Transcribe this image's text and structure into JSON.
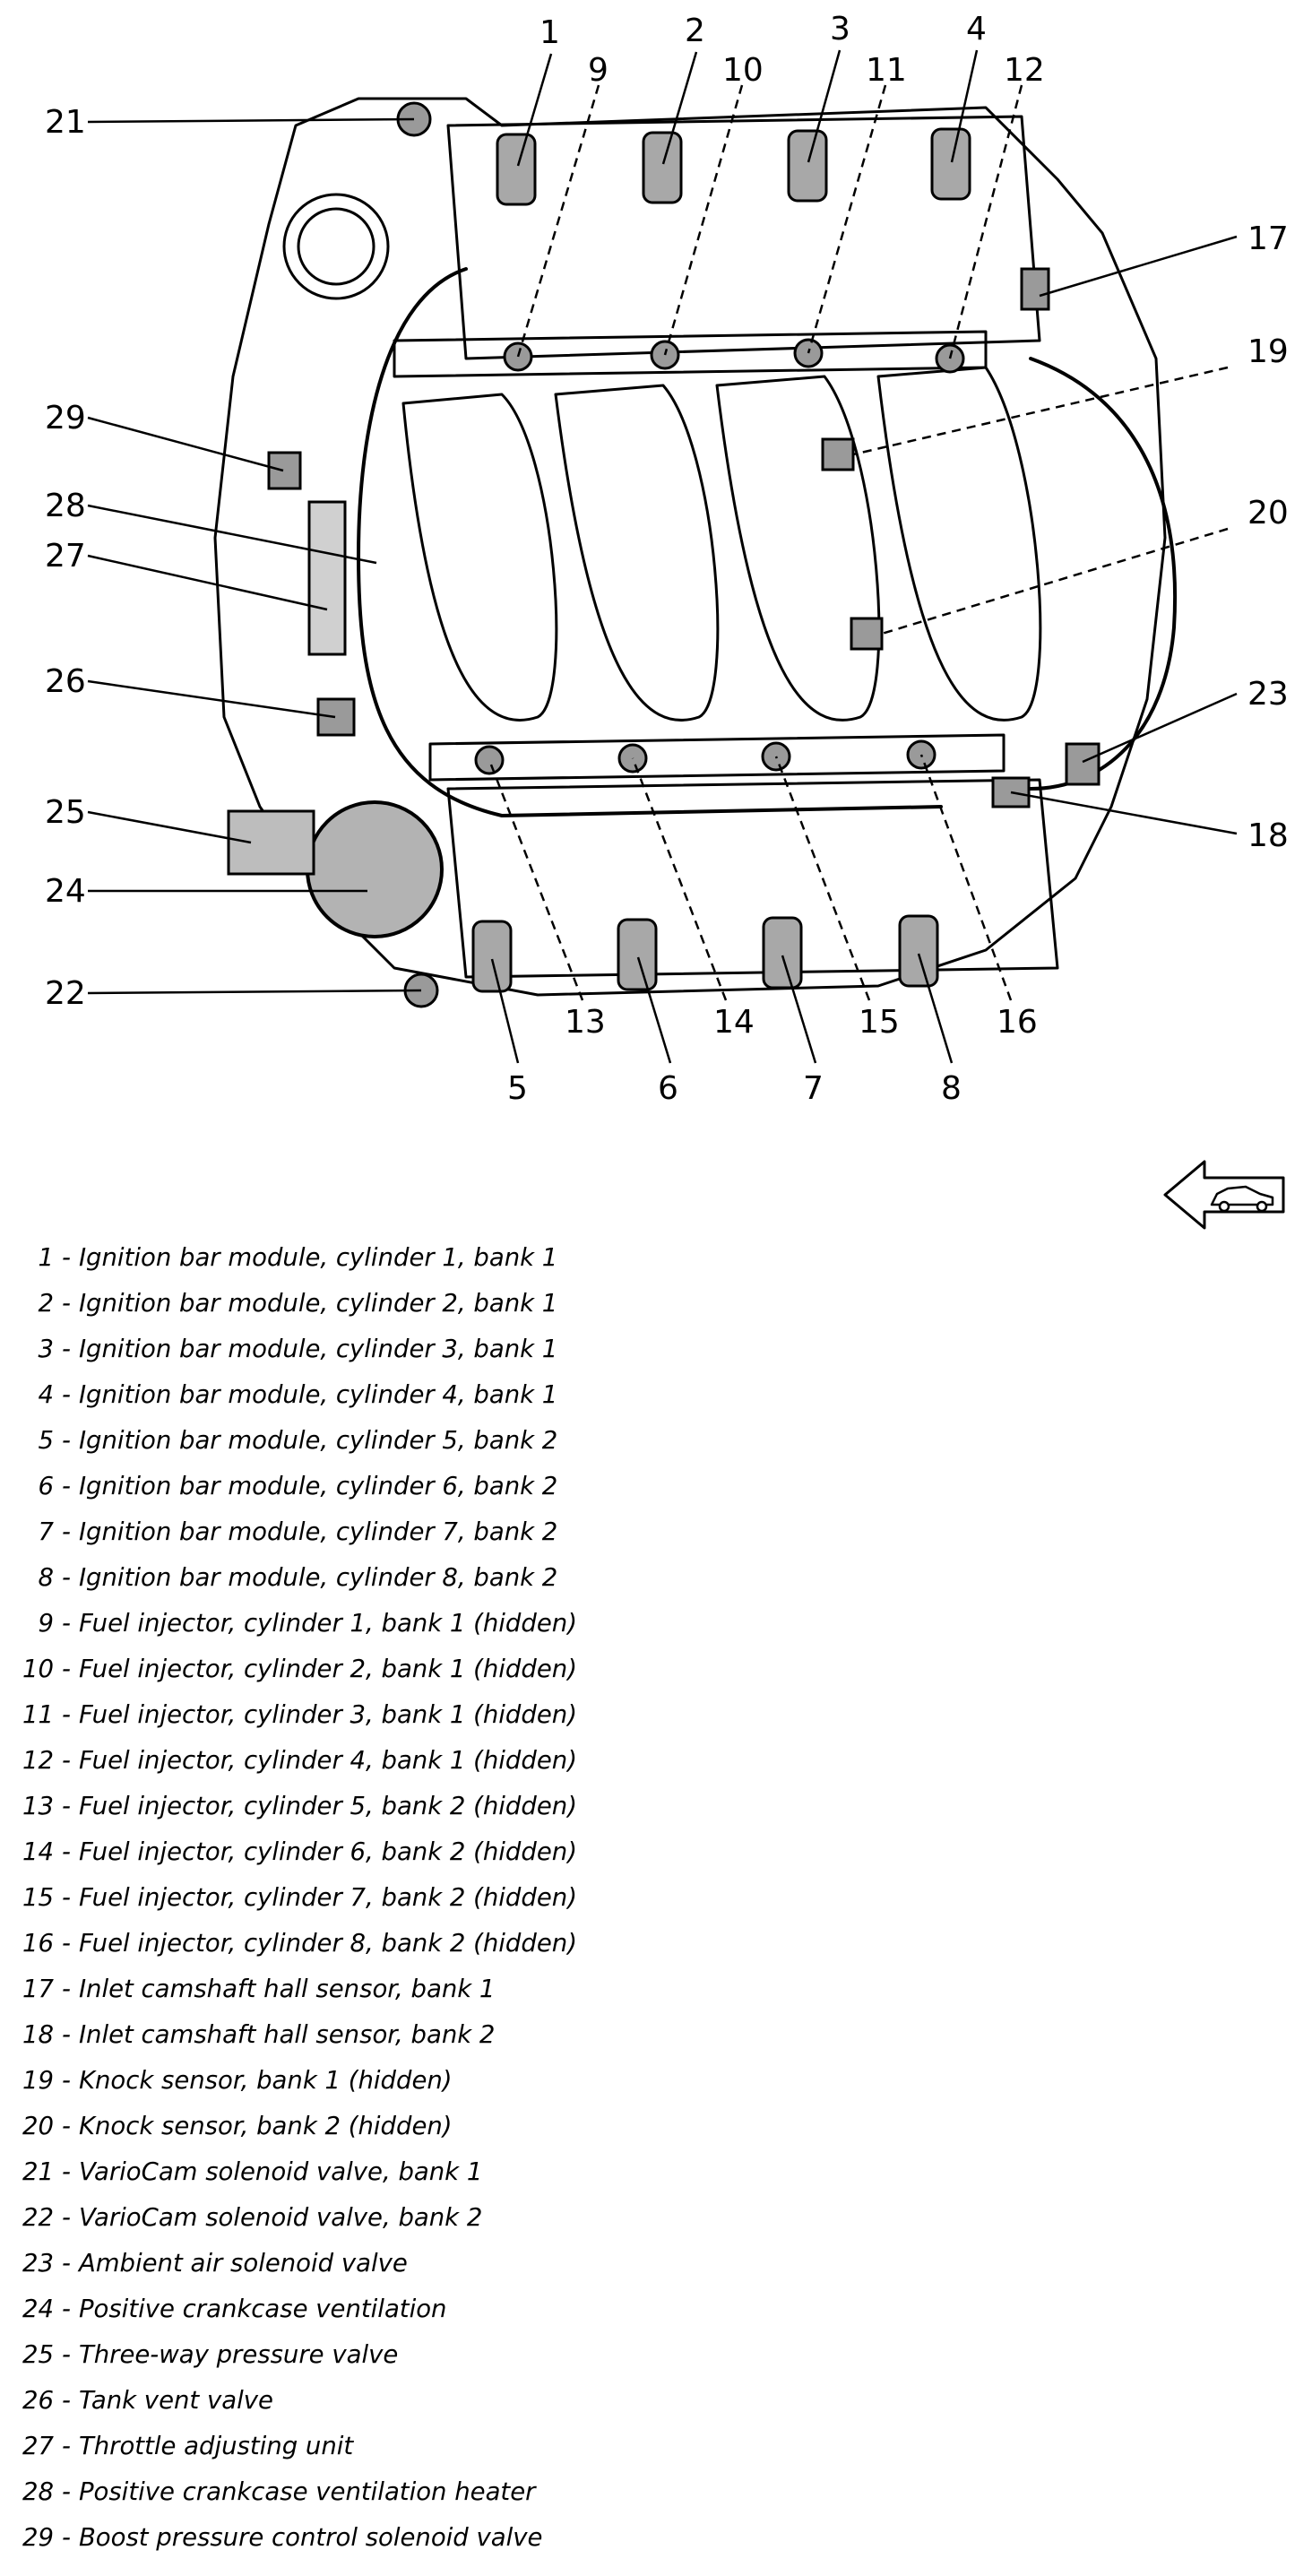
{
  "callouts": [
    "1",
    "2",
    "3",
    "4",
    "5",
    "6",
    "7",
    "8",
    "9",
    "10",
    "11",
    "12",
    "13",
    "14",
    "15",
    "16",
    "17",
    "18",
    "19",
    "20",
    "21",
    "22",
    "23",
    "24",
    "25",
    "26",
    "27",
    "28",
    "29"
  ],
  "legend": [
    {
      "num": "1",
      "text": "Ignition bar module, cylinder 1, bank 1"
    },
    {
      "num": "2",
      "text": "Ignition bar module, cylinder 2, bank 1"
    },
    {
      "num": "3",
      "text": "Ignition bar module, cylinder 3, bank 1"
    },
    {
      "num": "4",
      "text": "Ignition bar module, cylinder 4, bank 1"
    },
    {
      "num": "5",
      "text": "Ignition bar module, cylinder 5, bank 2"
    },
    {
      "num": "6",
      "text": "Ignition bar module, cylinder 6, bank 2"
    },
    {
      "num": "7",
      "text": "Ignition bar module, cylinder 7, bank 2"
    },
    {
      "num": "8",
      "text": "Ignition bar module, cylinder 8, bank 2"
    },
    {
      "num": "9",
      "text": "Fuel injector, cylinder 1, bank 1 (hidden)"
    },
    {
      "num": "10",
      "text": "Fuel injector, cylinder 2, bank 1 (hidden)"
    },
    {
      "num": "11",
      "text": "Fuel injector, cylinder 3, bank 1 (hidden)"
    },
    {
      "num": "12",
      "text": "Fuel injector, cylinder 4, bank 1 (hidden)"
    },
    {
      "num": "13",
      "text": "Fuel injector, cylinder 5, bank 2 (hidden)"
    },
    {
      "num": "14",
      "text": "Fuel injector, cylinder 6, bank 2 (hidden)"
    },
    {
      "num": "15",
      "text": "Fuel injector, cylinder 7, bank 2 (hidden)"
    },
    {
      "num": "16",
      "text": "Fuel injector, cylinder 8, bank 2 (hidden)"
    },
    {
      "num": "17",
      "text": "Inlet camshaft hall sensor, bank 1"
    },
    {
      "num": "18",
      "text": "Inlet camshaft hall sensor, bank 2"
    },
    {
      "num": "19",
      "text": "Knock sensor, bank 1 (hidden)"
    },
    {
      "num": "20",
      "text": "Knock sensor, bank 2 (hidden)"
    },
    {
      "num": "21",
      "text": "VarioCam solenoid valve, bank 1"
    },
    {
      "num": "22",
      "text": "VarioCam solenoid valve, bank 2"
    },
    {
      "num": "23",
      "text": "Ambient air solenoid valve"
    },
    {
      "num": "24",
      "text": "Positive crankcase ventilation"
    },
    {
      "num": "25",
      "text": "Three-way pressure valve"
    },
    {
      "num": "26",
      "text": "Tank vent valve"
    },
    {
      "num": "27",
      "text": "Throttle adjusting unit"
    },
    {
      "num": "28",
      "text": "Positive crankcase ventilation heater"
    },
    {
      "num": "29",
      "text": "Boost pressure control solenoid valve"
    }
  ],
  "icons": {
    "direction_indicator": "arrow-left-car-icon"
  }
}
